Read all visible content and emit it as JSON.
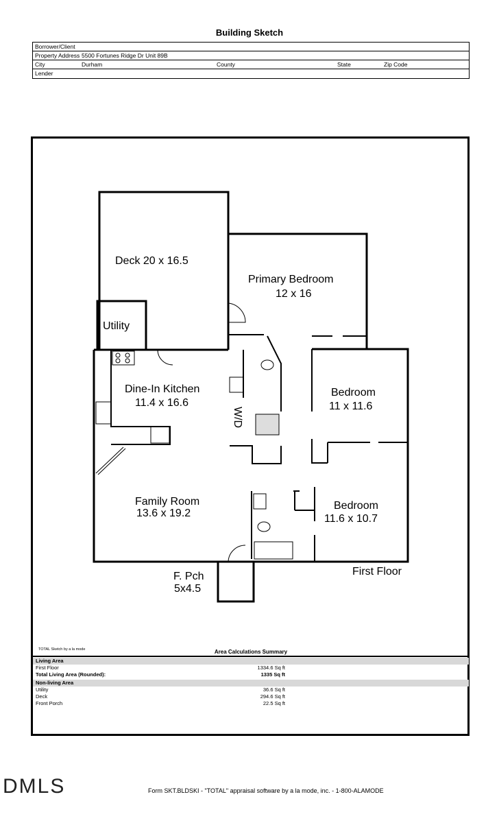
{
  "title": "Building Sketch",
  "header": {
    "borrower_label": "Borrower/Client",
    "address_label": "Property Address",
    "address_value": "5500 Fortunes Ridge Dr Unit 89B",
    "city_label": "City",
    "city_value": "Durham",
    "county_label": "County",
    "state_label": "State",
    "zip_label": "Zip Code",
    "lender_label": "Lender"
  },
  "rooms": {
    "deck": "Deck 20 x 16.5",
    "utility": "Utility",
    "primary_name": "Primary Bedroom",
    "primary_dims": "12 x 16",
    "kitchen_name": "Dine-In Kitchen",
    "kitchen_dims": "11.4 x 16.6",
    "wd": "W/D",
    "bedroom1_name": "Bedroom",
    "bedroom1_dims": "11 x 11.6",
    "family_name": "Family Room",
    "family_dims": "13.6 x 19.2",
    "bedroom2_name": "Bedroom",
    "bedroom2_dims": "11.6 x 10.7",
    "porch_name": "F. Pch",
    "porch_dims": "5x4.5",
    "floor_label": "First Floor"
  },
  "summary": {
    "sketch_by": "TOTAL Sketch by a la mode",
    "title": "Area Calculations Summary",
    "living_header": "Living Area",
    "living_rows": [
      {
        "name": "First Floor",
        "value": "1334.6 Sq ft"
      },
      {
        "name": "Total Living Area (Rounded):",
        "value": "1335 Sq ft"
      }
    ],
    "nonliving_header": "Non-living Area",
    "nonliving_rows": [
      {
        "name": "Utility",
        "value": "36.6 Sq ft"
      },
      {
        "name": "Deck",
        "value": "294.6 Sq ft"
      },
      {
        "name": "Front Porch",
        "value": "22.5 Sq ft"
      }
    ]
  },
  "logo": "DMLS",
  "footer": "Form SKT.BLDSKI - \"TOTAL\" appraisal software by a la mode, inc. - 1-800-ALAMODE"
}
